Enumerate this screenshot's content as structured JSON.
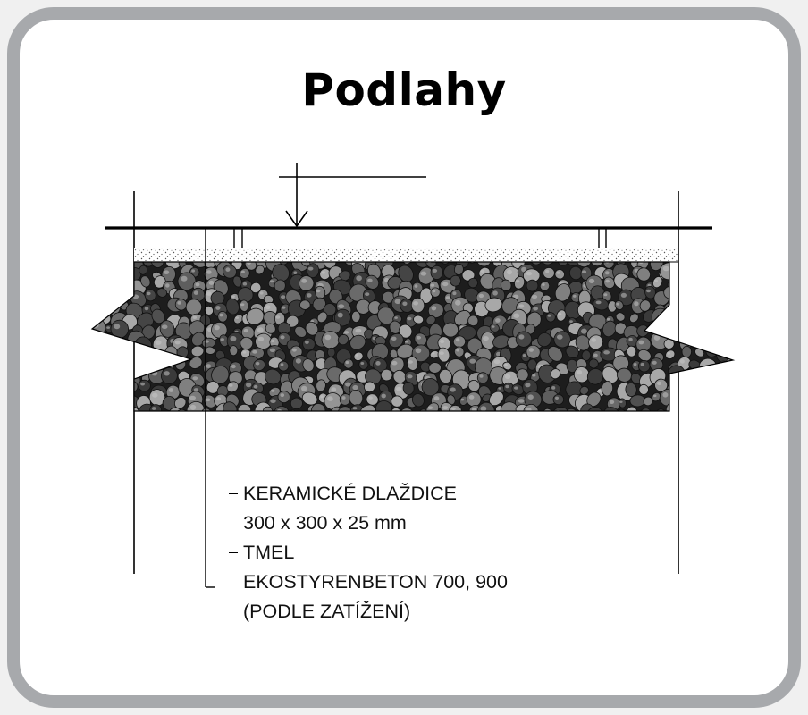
{
  "title": "Podlahy",
  "labels": {
    "tiles_line1": "KERAMICKÉ DLAŽDICE",
    "tiles_line2": "300 x 300 x 25 mm",
    "adhesive": "TMEL",
    "concrete_line1": "EKOSTYRENBETON 700, 900",
    "concrete_line2": "(PODLE ZATÍŽENÍ)"
  },
  "colors": {
    "frame": "#a7a9ac",
    "background": "#ffffff",
    "line": "#000000"
  },
  "icons": [
    "load-arrow-icon"
  ]
}
